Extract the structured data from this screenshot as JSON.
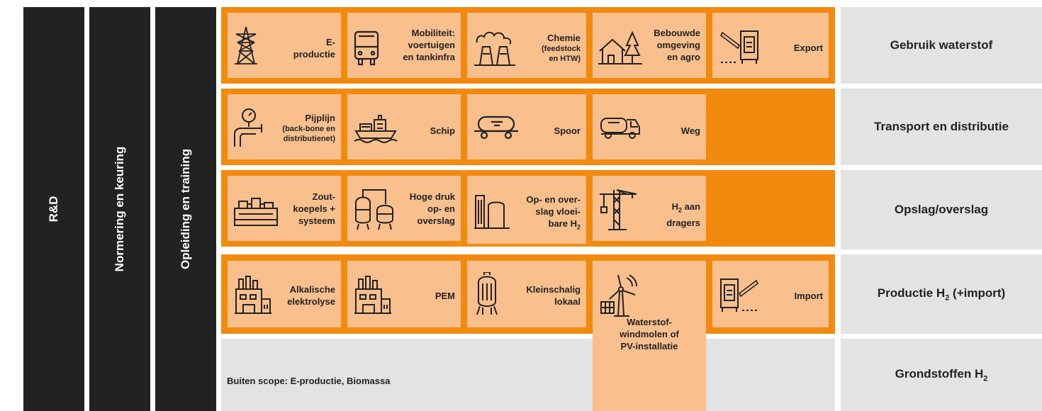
{
  "left_columns": [
    "R&D",
    "Normering en keuring",
    "Opleiding en training"
  ],
  "rows": [
    {
      "label": "Gebruik waterstof"
    },
    {
      "label": "Transport en distributie"
    },
    {
      "label": "Opslag/overslag"
    },
    {
      "label_pre": "Productie H",
      "label_sub": "2",
      "label_post": " (+import)"
    },
    {
      "label_pre": "Grondstoffen H",
      "label_sub": "2",
      "label_post": ""
    }
  ],
  "gebruik": [
    {
      "lines": [
        "E-",
        "productie"
      ],
      "icon": "power-pylon-icon"
    },
    {
      "lines": [
        "Mobiliteit:",
        "voertuigen",
        "en tankinfra"
      ],
      "icon": "bus-icon"
    },
    {
      "lines": [
        "Chemie"
      ],
      "small": [
        "(feedstock",
        "en HTW)"
      ],
      "icon": "factory-icon"
    },
    {
      "lines": [
        "Bebouwde",
        "omgeving",
        "en agro"
      ],
      "icon": "house-tree-icon"
    },
    {
      "lines": [
        "Export"
      ],
      "icon": "barrier-gate-icon"
    }
  ],
  "transport": [
    {
      "lines": [
        "Pijplijn"
      ],
      "small": [
        "(back-bone en",
        "distributienet)"
      ],
      "icon": "pipeline-gauge-icon"
    },
    {
      "lines": [
        "Schip"
      ],
      "icon": "ship-icon"
    },
    {
      "lines": [
        "Spoor"
      ],
      "icon": "rail-tank-icon"
    },
    {
      "lines": [
        "Weg"
      ],
      "icon": "tank-truck-icon"
    }
  ],
  "opslag": [
    {
      "lines": [
        "Zout-",
        "koepels +",
        "systeem"
      ],
      "icon": "salt-dome-pipes-icon"
    },
    {
      "lines": [
        "Hoge druk",
        "op- en",
        "overslag"
      ],
      "icon": "pressure-vessels-icon"
    },
    {
      "lines": [
        "Op- en over-",
        "slag vloei-"
      ],
      "last_pre": "bare  H",
      "last_sub": "2",
      "icon": "storage-tanks-icon"
    },
    {
      "first_pre": "H",
      "first_sub": "2",
      "first_post": " aan",
      "lines": [
        "dragers"
      ],
      "icon": "crane-icon"
    }
  ],
  "productie": [
    {
      "lines": [
        "Alkalische",
        "elektrolyse"
      ],
      "icon": "electrolyzer-plant-icon"
    },
    {
      "lines": [
        "PEM"
      ],
      "icon": "electrolyzer-plant-icon"
    },
    {
      "lines": [
        "Kleinschalig",
        "lokaal"
      ],
      "icon": "small-tank-icon"
    },
    {
      "lines": [
        "Waterstof-",
        "windmolen of",
        "PV-installatie"
      ],
      "icon": "windmill-solar-icon"
    },
    {
      "lines": [
        "Import"
      ],
      "icon": "barrier-gate-icon"
    }
  ],
  "bottom_text": "Buiten scope: E-productie, Biomassa",
  "colors": {
    "orange": "#F28A0F",
    "light_orange": "#F9C08E",
    "dark": "#222222",
    "grey": "#E3E3E3"
  }
}
